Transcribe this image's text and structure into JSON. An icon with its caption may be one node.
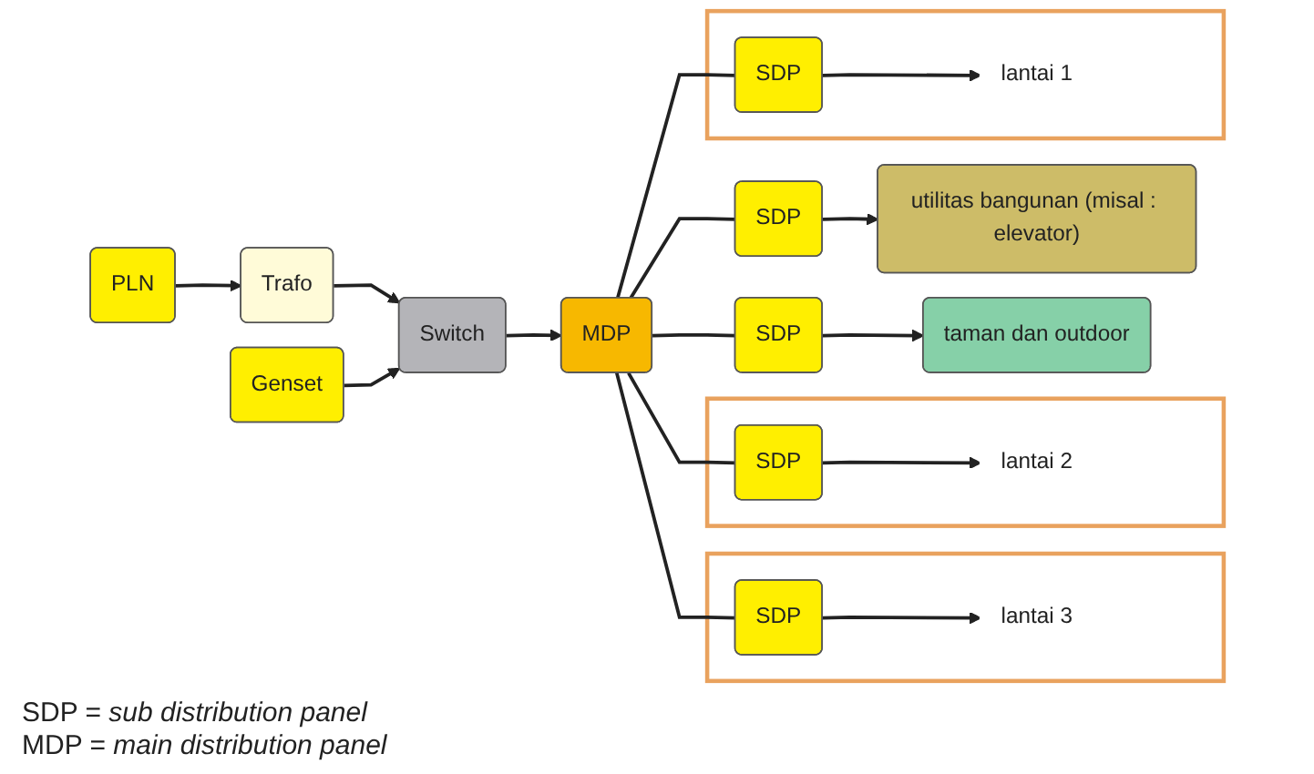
{
  "diagram": {
    "nodes": [
      {
        "text": [
          "PLN"
        ]
      },
      {
        "text": [
          "Trafo"
        ]
      },
      {
        "text": [
          "Switch"
        ]
      },
      {
        "text": [
          "Genset"
        ]
      },
      {
        "text": [
          "MDP"
        ]
      },
      {
        "text": [],
        "shape": "box"
      },
      {
        "text": [
          "SDP"
        ],
        "in": 5
      },
      {
        "text": [
          "lantai 3"
        ],
        "in": 5
      },
      {
        "text": [],
        "shape": "box"
      },
      {
        "text": [
          "SDP"
        ],
        "in": 8
      },
      {
        "text": [
          "lantai 2"
        ],
        "in": 8
      },
      {
        "text": [],
        "shape": "box"
      },
      {
        "text": [
          "SDP"
        ],
        "in": 11
      },
      {
        "text": [
          "lantai 1"
        ],
        "in": 11
      },
      {
        "text": [
          "SDP"
        ]
      },
      {
        "text": [
          "utilitas bangunan (misal : elevator)"
        ]
      },
      {
        "text": [
          "SDP"
        ]
      },
      {
        "text": [
          "taman dan outdoor"
        ]
      }
    ],
    "edges": [
      {
        "from": 0,
        "to": 1,
        "arrow": "to"
      },
      {
        "from": 1,
        "to": 2,
        "arrow": "to"
      },
      {
        "from": 3,
        "to": 2,
        "arrow": "to"
      },
      {
        "from": 2,
        "to": 4,
        "arrow": "to"
      },
      {
        "from": 4,
        "to": 6,
        "arrow": "none"
      },
      {
        "from": 4,
        "to": 9,
        "arrow": "none"
      },
      {
        "from": 4,
        "to": 12,
        "arrow": "none"
      },
      {
        "from": 4,
        "to": 14,
        "arrow": "none"
      },
      {
        "from": 4,
        "to": 16,
        "arrow": "none"
      },
      {
        "from": 6,
        "to": 7,
        "arrow": "to"
      },
      {
        "from": 9,
        "to": 10,
        "arrow": "to"
      },
      {
        "from": 12,
        "to": 13,
        "arrow": "to"
      },
      {
        "from": 14,
        "to": 15,
        "arrow": "to"
      },
      {
        "from": 16,
        "to": 17,
        "arrow": "to"
      }
    ],
    "labels": [
      "SDP = *sub distribution panel*",
      "MDP = *main distribution panel*"
    ]
  }
}
